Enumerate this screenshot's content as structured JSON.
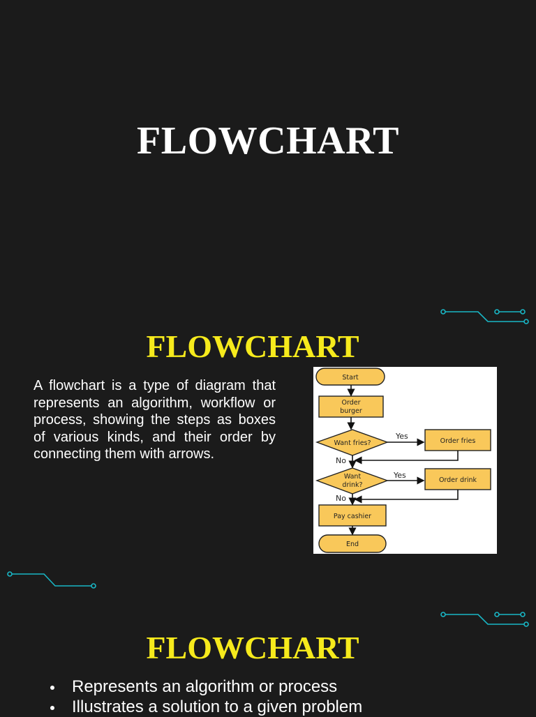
{
  "title_slide": {
    "title": "FLOWCHART"
  },
  "definition_slide": {
    "title": "FLOWCHART",
    "paragraph": "A flowchart is a type of diagram that represents an algorithm, workflow or process, showing the steps as boxes of various kinds, and their order by connecting them with arrows."
  },
  "flow_diagram": {
    "start": "Start",
    "order_burger_1": "Order",
    "order_burger_2": "burger",
    "want_fries": "Want fries?",
    "order_fries": "Order fries",
    "want_drink_1": "Want",
    "want_drink_2": "drink?",
    "order_drink": "Order drink",
    "pay_cashier": "Pay cashier",
    "end": "End",
    "yes": "Yes",
    "no": "No"
  },
  "bullets_slide": {
    "title": "FLOWCHART",
    "items": [
      "Represents an algorithm or process",
      "Illustrates a solution to a given problem"
    ]
  },
  "colors": {
    "background": "#1b1b1b",
    "title_white": "#ffffff",
    "title_yellow": "#f6ea1c",
    "circuit_teal": "#19b7c6",
    "box_fill": "#f9c85a",
    "box_stroke": "#222222"
  }
}
